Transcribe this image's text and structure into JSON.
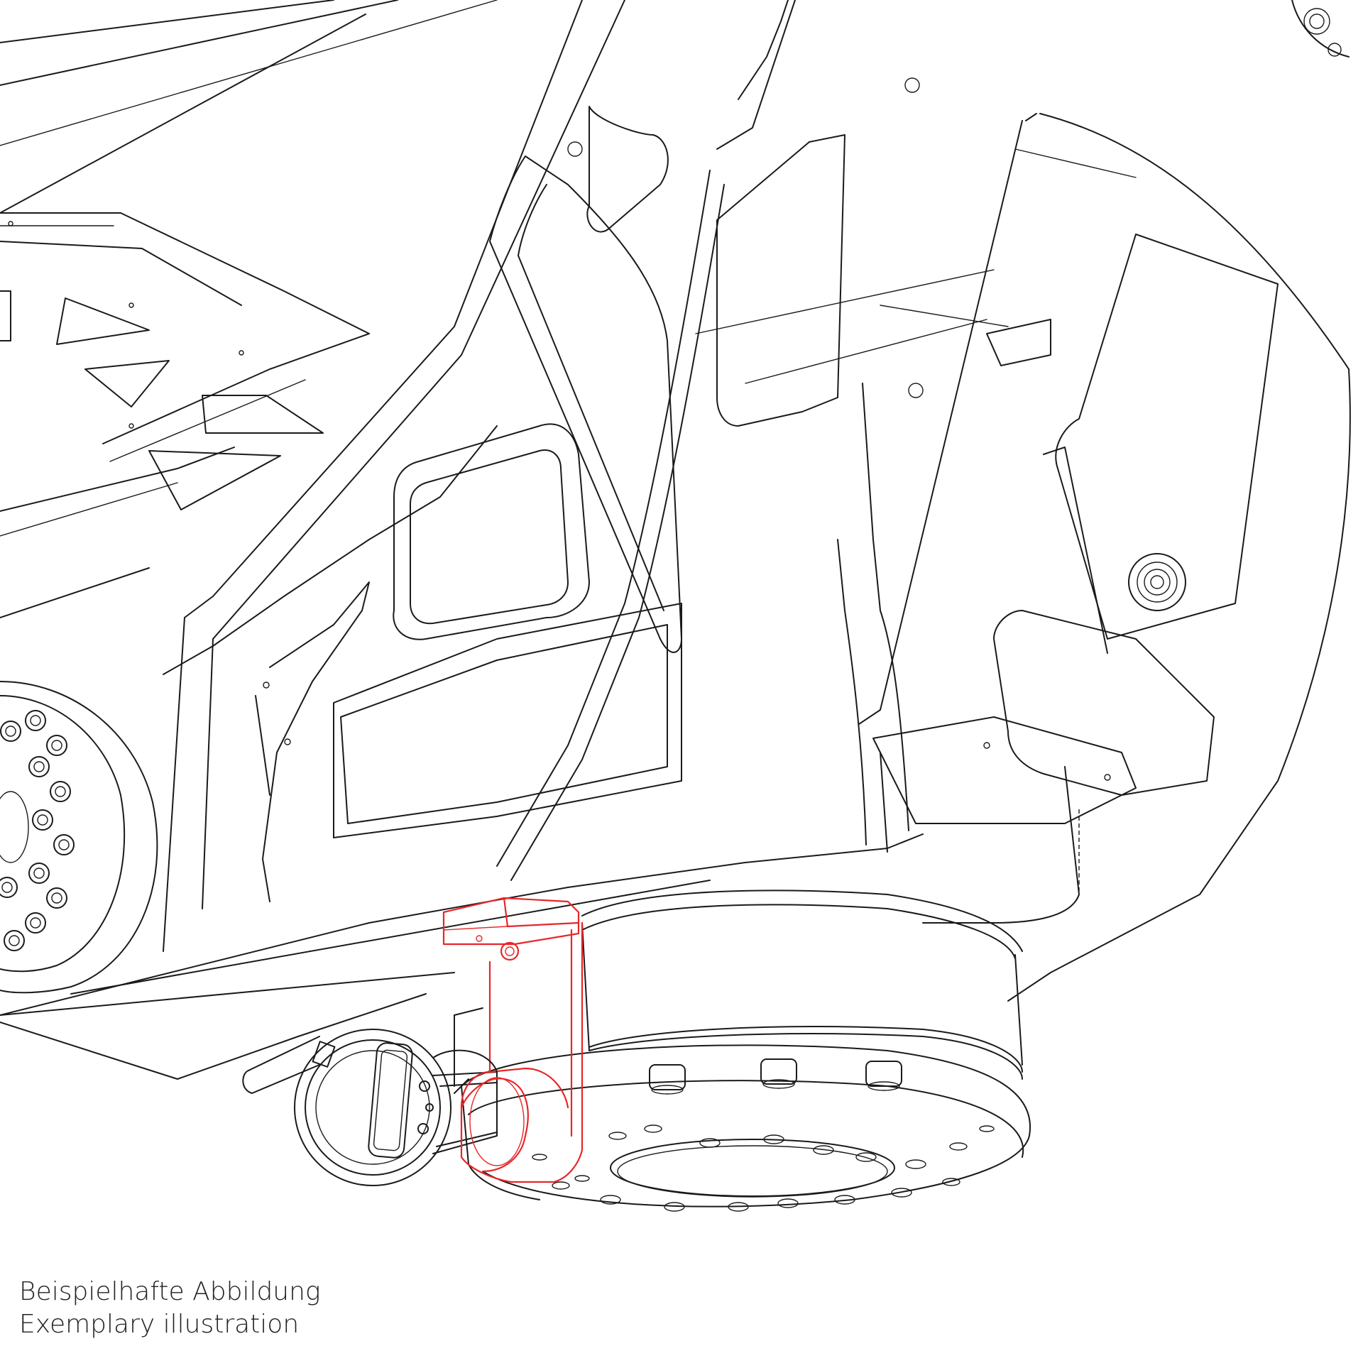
{
  "caption": {
    "line_de": "Beispielhafte Abbildung",
    "line_en": "Exemplary illustration"
  },
  "colors": {
    "line": "#1a1a1a",
    "highlight": "#e8262a",
    "background": "#ffffff",
    "caption_text": "#222222"
  },
  "highlighted_part": "dial-indicator-holder-bracket"
}
